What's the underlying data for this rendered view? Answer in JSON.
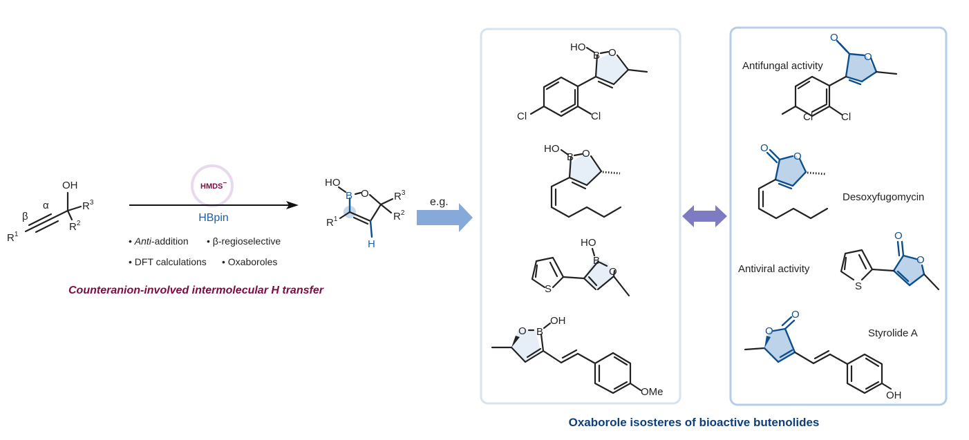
{
  "reactant": {
    "oh": "OH",
    "alpha": "α",
    "beta": "β",
    "r1": "R",
    "r1_sup": "1",
    "r2": "R",
    "r2_sup": "2",
    "r3": "R",
    "r3_sup": "3"
  },
  "reaction": {
    "catalyst": "HMDS",
    "catalyst_charge": "−",
    "reagent": "HBpin",
    "bullets_line1": [
      "Anti",
      "-addition",
      "β-regioselective"
    ],
    "bullets_line2": [
      "DFT calculations",
      "Oxaboroles"
    ],
    "caption": "Counteranion-involved intermolecular H transfer"
  },
  "product": {
    "ho": "HO",
    "b": "B",
    "o": "O",
    "h": "H",
    "r1": "R",
    "r1_sup": "1",
    "r2": "R",
    "r2_sup": "2",
    "r3": "R",
    "r3_sup": "3"
  },
  "eg_label": "e.g.",
  "oxaboroles": [
    {
      "ho": "HO",
      "b": "B",
      "o": "O",
      "cl1": "Cl",
      "cl2": "Cl"
    },
    {
      "ho": "HO",
      "b": "B",
      "o": "O"
    },
    {
      "ho": "HO",
      "b": "B",
      "o": "O",
      "s": "S"
    },
    {
      "oh": "OH",
      "b": "B",
      "o": "O",
      "ome": "OMe"
    }
  ],
  "butenolides": [
    {
      "label": "Antifungal activity",
      "o1": "O",
      "o2": "O",
      "cl1": "Cl",
      "cl2": "Cl"
    },
    {
      "label": "Desoxyfugomycin",
      "o1": "O",
      "o2": "O"
    },
    {
      "label": "Antiviral activity",
      "o1": "O",
      "o2": "O",
      "s": "S"
    },
    {
      "label": "Styrolide A",
      "o1": "O",
      "o2": "O",
      "oh": "OH"
    }
  ],
  "footer_caption": "Oxaborole isosteres of bioactive butenolides",
  "colors": {
    "caption_maroon": "#7b0c43",
    "footer_blue": "#0d3f7a",
    "hbpin_blue": "#1f5fa8",
    "arrow_blue": "#86a9d9",
    "double_arrow": "#7d7bc1",
    "highlight_circle": "#e8d9ee"
  }
}
